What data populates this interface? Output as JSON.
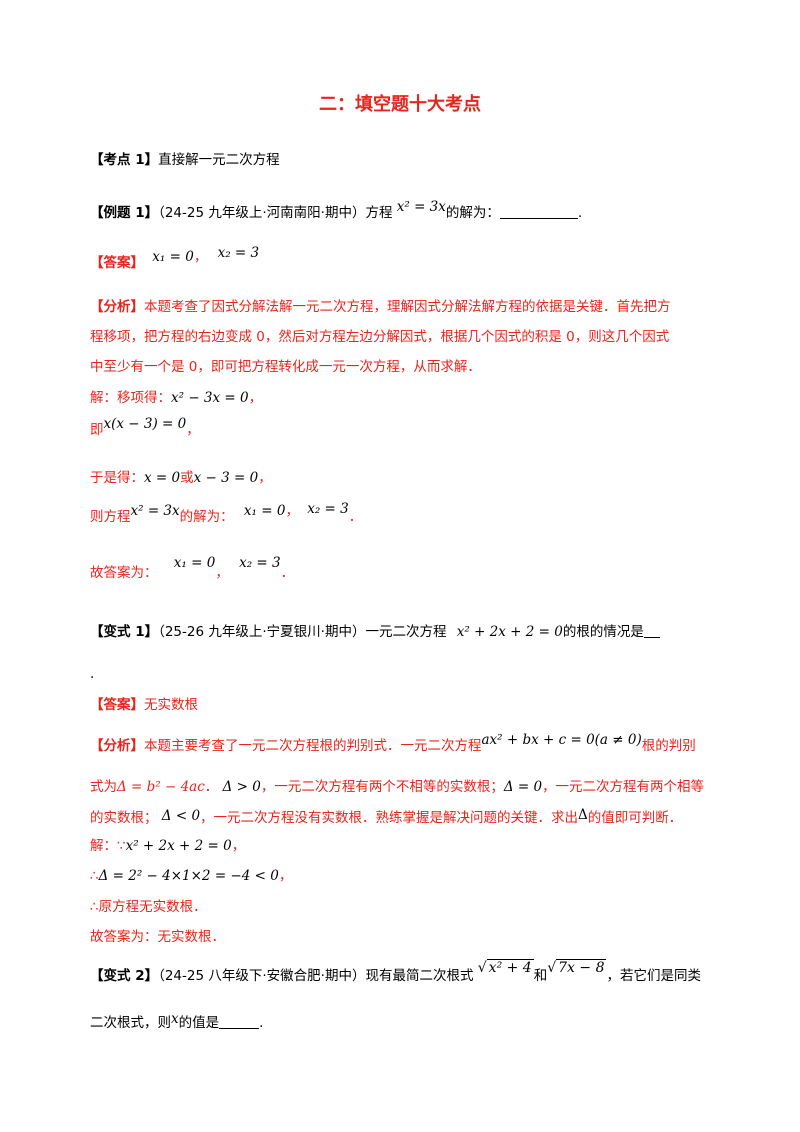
{
  "title": "二：填空题十大考点",
  "kd1": {
    "label": "【考点 1】",
    "text": "直接解一元二次方程"
  },
  "ex1": {
    "label": "【例题 1】",
    "source": "（24-25 九年级上·河南南阳·期中）",
    "pre": "方程",
    "eq": "x² = 3x",
    "post": "的解为：",
    "end": "."
  },
  "ans1": {
    "label": "【答案】",
    "x1": "x₁ = 0",
    "sep": "，",
    "x2": "x₂ = 3"
  },
  "ana1": {
    "label": "【分析】",
    "l1": "本题考查了因式分解法解一元二次方程，理解因式分解法解方程的依据是关键．首先把方",
    "l2": "程移项，把方程的右边变成 0，然后对方程左边分解因式，根据几个因式的积是 0，则这几个因式",
    "l3": "中至少有一个是 0，即可把方程转化成一元一次方程，从而求解．",
    "s1_pre": "解：移项得：",
    "s1_eq": "x² − 3x = 0",
    "s1_end": "，",
    "s2_pre": "即",
    "s2_eq": "x(x − 3) = 0",
    "s2_end": "，",
    "s3_pre": "于是得：",
    "s3_a": "x = 0",
    "s3_or": "或",
    "s3_b": "x − 3 = 0",
    "s3_end": "，",
    "s4_pre": "则方程",
    "s4_eq": "x² = 3x",
    "s4_mid": "的解为：",
    "s4_x1": "x₁ = 0",
    "s4_sep": "，",
    "s4_x2": "x₂ = 3",
    "s4_end": "．",
    "s5_pre": "故答案为：",
    "s5_x1": "x₁ = 0",
    "s5_sep": "，",
    "s5_x2": "x₂ = 3",
    "s5_end": "．"
  },
  "var1": {
    "label": "【变式 1】",
    "source": "（25-26 九年级上·宁夏银川·期中）",
    "pre": "一元二次方程",
    "eq": "x² + 2x + 2 = 0",
    "post": "的根的情况是",
    "end": "."
  },
  "ans2": {
    "label": "【答案】",
    "text": "无实数根"
  },
  "ana2": {
    "label": "【分析】",
    "l1a": "本题主要考查了一元二次方程根的判别式．一元二次方程",
    "l1eq": "ax² + bx + c = 0(a ≠ 0)",
    "l1b": "根的判别",
    "l2a": "式为",
    "l2eq": "Δ = b² − 4ac",
    "l2b": "．",
    "l2c": "Δ > 0",
    "l2d": "，一元二次方程有两个不相等的实数根；",
    "l2e": "Δ = 0",
    "l2f": "，一元二次方程有两个相等",
    "l3a": "的实数根；",
    "l3b": "Δ < 0",
    "l3c": "，一元二次方程没有实数根．熟练掌握是解决问题的关键．求出",
    "l3d": "Δ",
    "l3e": "的值即可判断．",
    "s1_pre": "解：∵",
    "s1_eq": "x² + 2x + 2 = 0",
    "s1_end": "，",
    "s2_pre": "∴",
    "s2_eq": "Δ = 2² − 4×1×2 = −4 < 0",
    "s2_end": "，",
    "s3": "∴原方程无实数根．",
    "s4": "故答案为：无实数根．"
  },
  "var2": {
    "label": "【变式 2】",
    "source": "（24-25 八年级下·安徽合肥·期中）",
    "pre": "现有最简二次根式",
    "r1": "x² + 4",
    "and": "和",
    "r2": "7x − 8",
    "post": "，若它们是同类",
    "l2a": "二次根式，则",
    "l2x": "x",
    "l2b": "的值是",
    "end": "."
  }
}
